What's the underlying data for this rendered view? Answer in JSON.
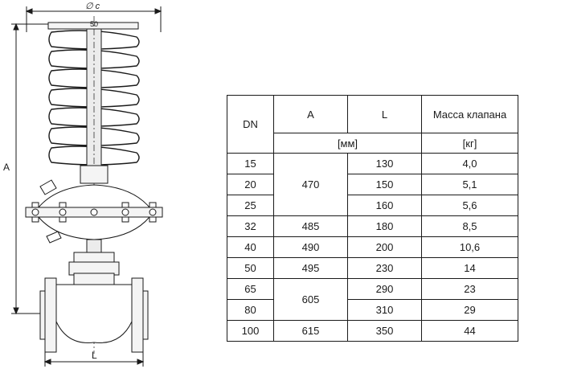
{
  "drawing": {
    "dim_diameter": "∅ c",
    "dim_height": "A",
    "dim_length": "L",
    "stem_label": "50"
  },
  "table": {
    "headers": {
      "dn": "DN",
      "a": "A",
      "l": "L",
      "mass": "Масса клапана"
    },
    "units": {
      "length": "[мм]",
      "mass": "[кг]"
    },
    "rows": [
      {
        "dn": "15",
        "a": "470",
        "l": "130",
        "mass": "4,0"
      },
      {
        "dn": "20",
        "a": "",
        "l": "150",
        "mass": "5,1"
      },
      {
        "dn": "25",
        "a": "",
        "l": "160",
        "mass": "5,6"
      },
      {
        "dn": "32",
        "a": "485",
        "l": "180",
        "mass": "8,5"
      },
      {
        "dn": "40",
        "a": "490",
        "l": "200",
        "mass": "10,6"
      },
      {
        "dn": "50",
        "a": "495",
        "l": "230",
        "mass": "14"
      },
      {
        "dn": "65",
        "a": "605",
        "l": "290",
        "mass": "23"
      },
      {
        "dn": "80",
        "a": "",
        "l": "310",
        "mass": "29"
      },
      {
        "dn": "100",
        "a": "615",
        "l": "350",
        "mass": "44"
      }
    ]
  }
}
